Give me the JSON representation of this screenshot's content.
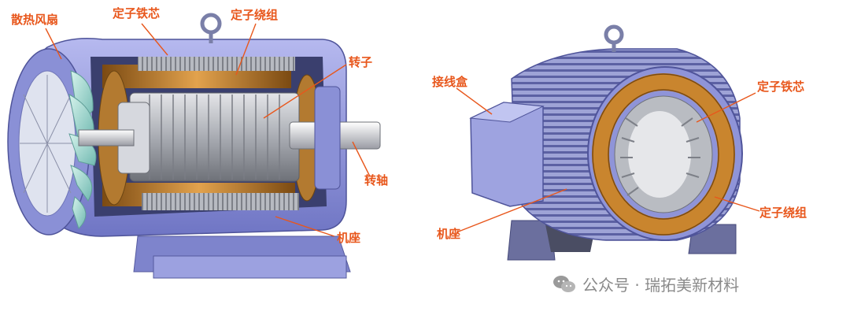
{
  "left_figure": {
    "labels": {
      "fan": "散热风扇",
      "stator_core": "定子铁芯",
      "stator_winding": "定子绕组",
      "rotor": "转子",
      "shaft": "转轴",
      "frame": "机座"
    }
  },
  "right_figure": {
    "labels": {
      "junction_box": "接线盒",
      "stator_core": "定子铁芯",
      "stator_winding": "定子绕组",
      "frame": "机座"
    }
  },
  "watermark": {
    "text": "公众号 · 瑞拓美新材料",
    "icon": "wechat-icon"
  },
  "colors": {
    "label": "#e8571c",
    "leader": "#e8571c",
    "housing": "#8f94d8",
    "winding": "#c9852e",
    "core": "#b9bcc2"
  }
}
